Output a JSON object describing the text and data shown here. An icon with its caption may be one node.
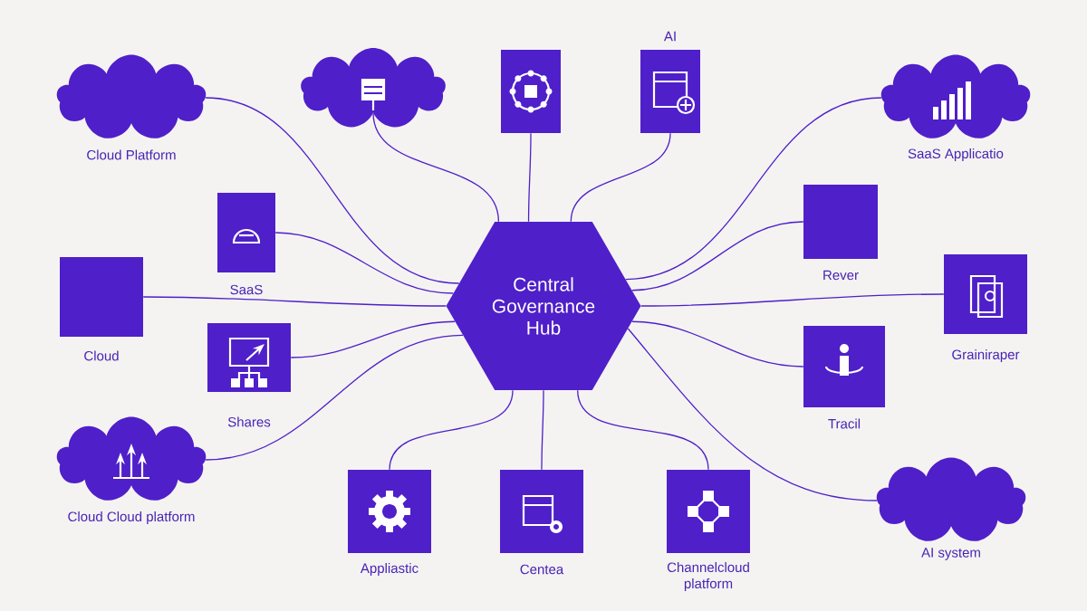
{
  "diagram": {
    "nodes": [
      {
        "text": [
          "Central Governance Hub"
        ]
      },
      {
        "text": [
          "Cloud Platform"
        ]
      },
      {
        "text": [],
        "shape": "cloud"
      },
      {
        "text": [],
        "shape": "box"
      },
      {
        "text": [
          "AI"
        ]
      },
      {
        "text": [
          "SaaS Applicatio"
        ]
      },
      {
        "text": [
          "SaaS"
        ]
      },
      {
        "text": [
          "Rever"
        ]
      },
      {
        "text": [
          "Cloud"
        ]
      },
      {
        "text": [
          "Grainiraper"
        ]
      },
      {
        "text": [
          "Shares"
        ]
      },
      {
        "text": [
          "Tracil"
        ]
      },
      {
        "text": [
          "Cloud Cloud platform"
        ]
      },
      {
        "text": [
          "Appliastic"
        ]
      },
      {
        "text": [
          "Centea"
        ]
      },
      {
        "text": [
          "Channelcloud platform"
        ]
      },
      {
        "text": [
          "AI system"
        ]
      }
    ],
    "edges": [
      {
        "from": 1,
        "to": 0,
        "arrow": "none"
      },
      {
        "from": 2,
        "to": 0,
        "arrow": "none"
      },
      {
        "from": 3,
        "to": 0,
        "arrow": "none"
      },
      {
        "from": 4,
        "to": 0,
        "arrow": "none"
      },
      {
        "from": 5,
        "to": 0,
        "arrow": "none"
      },
      {
        "from": 6,
        "to": 0,
        "arrow": "none"
      },
      {
        "from": 7,
        "to": 0,
        "arrow": "none"
      },
      {
        "from": 8,
        "to": 0,
        "arrow": "none"
      },
      {
        "from": 9,
        "to": 0,
        "arrow": "none"
      },
      {
        "from": 10,
        "to": 0,
        "arrow": "none"
      },
      {
        "from": 11,
        "to": 0,
        "arrow": "none"
      },
      {
        "from": 12,
        "to": 0,
        "arrow": "none"
      },
      {
        "from": 13,
        "to": 0,
        "arrow": "none"
      },
      {
        "from": 14,
        "to": 0,
        "arrow": "none"
      },
      {
        "from": 15,
        "to": 0,
        "arrow": "none"
      },
      {
        "from": 16,
        "to": 0,
        "arrow": "none"
      }
    ]
  }
}
